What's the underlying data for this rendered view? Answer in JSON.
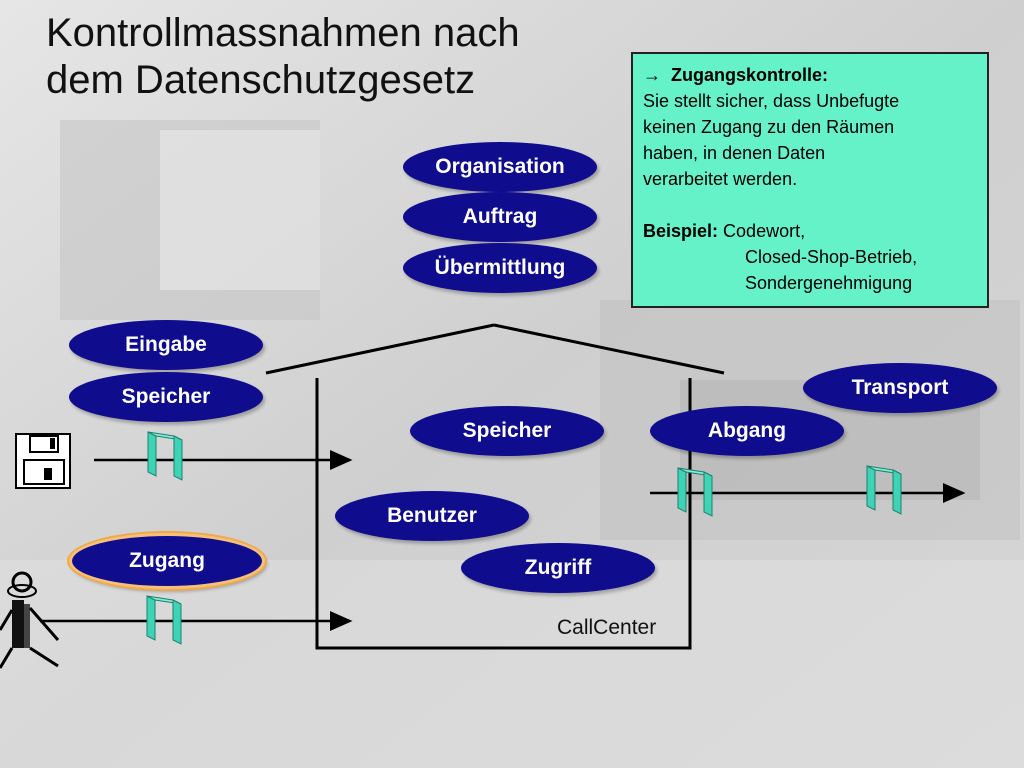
{
  "slide": {
    "title_line1": "Kontrollmassnahmen nach",
    "title_line2": "dem Datenschutzgesetz"
  },
  "ovals": {
    "organisation": "Organisation",
    "auftrag": "Auftrag",
    "uebermittlung": "Übermittlung",
    "eingabe": "Eingabe",
    "speicher_left": "Speicher",
    "speicher_center": "Speicher",
    "abgang": "Abgang",
    "transport": "Transport",
    "benutzer": "Benutzer",
    "zugang": "Zugang",
    "zugriff": "Zugriff"
  },
  "infobox": {
    "arrow": "→",
    "heading": "Zugangskontrolle:",
    "body_lines": [
      "Sie stellt sicher, dass Unbefugte",
      "keinen Zugang zu den Räumen",
      "haben, in denen Daten",
      "verarbeitet werden."
    ],
    "example_label": "Beispiel:",
    "example_lines": [
      "Codewort,",
      "Closed-Shop-Betrieb,",
      "Sondergenehmigung"
    ]
  },
  "labels": {
    "callcenter": "CallCenter"
  },
  "icons": [
    "floppy-disk-icon",
    "person-icon",
    "gate-icon"
  ],
  "colors": {
    "oval_fill": "#0f0c8e",
    "oval_text": "#ffffff",
    "infobox_fill": "#66f2c8",
    "gate_fill": "#3fd3b6",
    "highlight_ring": "#f5c07a"
  }
}
